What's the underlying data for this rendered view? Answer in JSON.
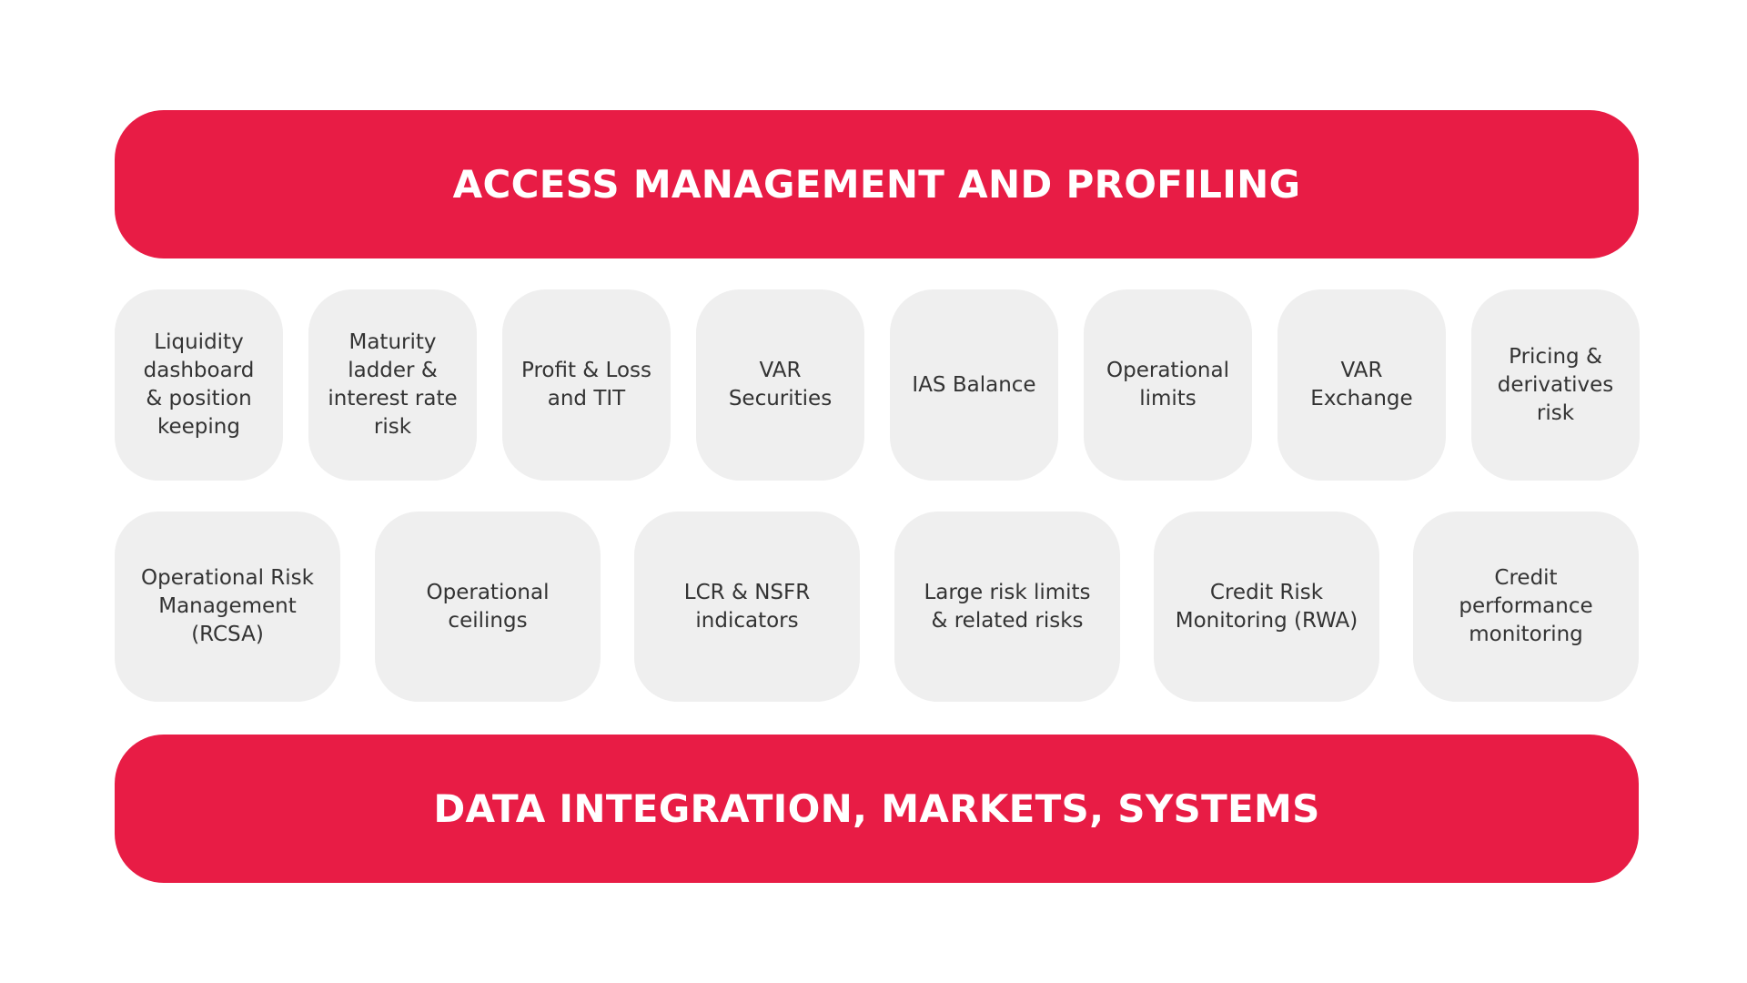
{
  "colors": {
    "band": "#e81c45",
    "tile": "#efefef",
    "tile_text": "#333333",
    "band_text": "#ffffff"
  },
  "top_band": {
    "label": "ACCESS MANAGEMENT AND PROFILING"
  },
  "modules_row1": [
    {
      "label": "Liquidity\ndashboard\n& position\nkeeping"
    },
    {
      "label": "Maturity\nladder &\ninterest rate\nrisk"
    },
    {
      "label": "Profit & Loss\nand TIT"
    },
    {
      "label": "VAR\nSecurities"
    },
    {
      "label": "IAS Balance"
    },
    {
      "label": "Operational\nlimits"
    },
    {
      "label": "VAR\nExchange"
    },
    {
      "label": "Pricing &\nderivatives\nrisk"
    }
  ],
  "modules_row2": [
    {
      "label": "Operational Risk\nManagement\n(RCSA)"
    },
    {
      "label": "Operational\nceilings"
    },
    {
      "label": "LCR & NSFR\nindicators"
    },
    {
      "label": "Large risk limits\n& related risks"
    },
    {
      "label": "Credit Risk\nMonitoring (RWA)"
    },
    {
      "label": "Credit\nperformance\nmonitoring"
    }
  ],
  "bottom_band": {
    "label": "DATA INTEGRATION, MARKETS, SYSTEMS"
  }
}
